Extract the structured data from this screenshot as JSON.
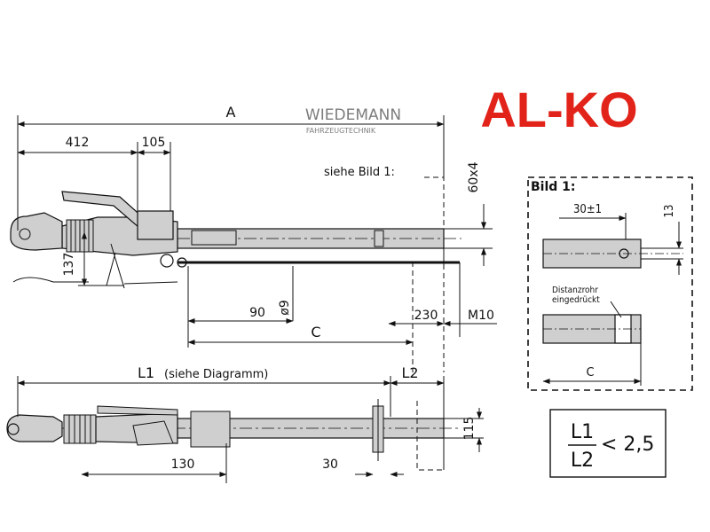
{
  "logos": {
    "brand": "AL-KO",
    "brand_color": "#e2231a",
    "watermark_name": "WIEDEMANN",
    "watermark_sub": "FAHRZEUGTECHNIK"
  },
  "dimensions": {
    "a": "A",
    "d412": "412",
    "d105": "105",
    "d137": "137",
    "d90": "90",
    "d9": "ø9",
    "c": "C",
    "d230": "230",
    "m10": "M10",
    "d60x4": "60x4",
    "l1": "L1",
    "l1_note": "(siehe Diagramm)",
    "l2": "L2",
    "d130": "130",
    "d30": "30",
    "d115": "115",
    "siehe_bild": "siehe Bild 1:"
  },
  "detail": {
    "title": "Bild 1:",
    "d30pm1": "30±1",
    "d13": "13",
    "note_line1": "Distanzrohr",
    "note_line2": "eingedrückt",
    "c": "C"
  },
  "formula": {
    "numerator": "L1",
    "denominator": "L2",
    "relation": "< 2,5"
  }
}
